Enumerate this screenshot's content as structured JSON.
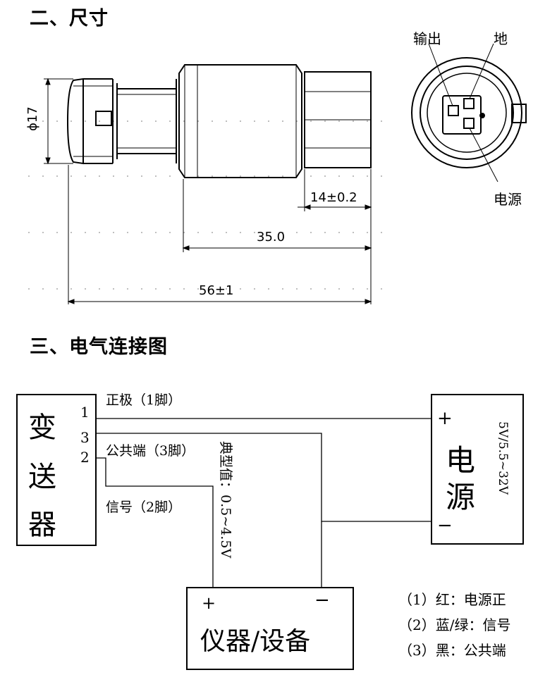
{
  "sections": {
    "dimensions_title": "二、尺寸",
    "wiring_title": "三、电气连接图"
  },
  "dimensions": {
    "diameter": "ϕ17",
    "hex_length": "14±0.2",
    "body_length": "35.0",
    "total_length": "56±1"
  },
  "connector_pins": {
    "output": "输出",
    "ground": "地",
    "power": "电源"
  },
  "wiring": {
    "transmitter": [
      "变",
      "送",
      "器"
    ],
    "pin_numbers": [
      "1",
      "3",
      "2"
    ],
    "wire_positive": "正极（1脚）",
    "wire_common": "公共端（3脚）",
    "wire_signal": "信号（2脚）",
    "typical_value": "典型值：0.5~4.5V",
    "power_box": [
      "电",
      "源"
    ],
    "power_spec": "5V/5.5~32V",
    "plus": "+",
    "minus": "−",
    "instrument": "仪器/设备",
    "instrument_plus": "+",
    "instrument_minus": "−"
  },
  "legend": [
    "（1）红：电源正",
    "（2）蓝/绿：信号",
    "（3）黑：公共端"
  ]
}
